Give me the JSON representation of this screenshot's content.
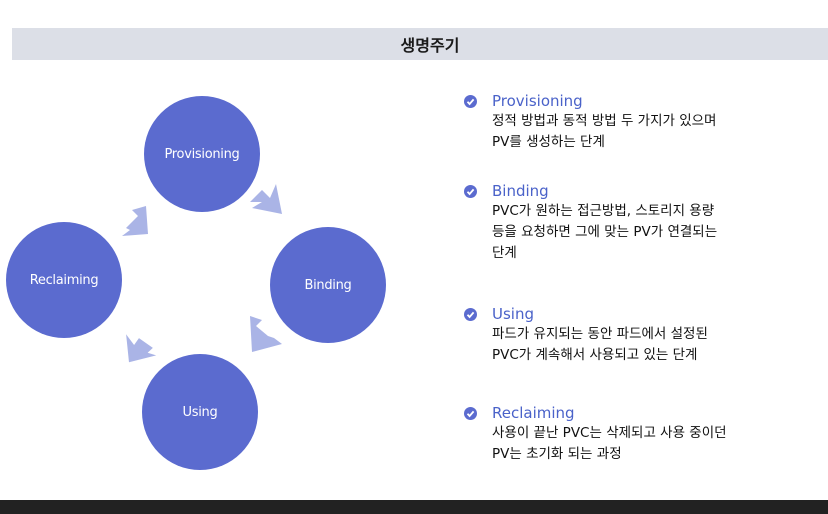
{
  "title": "생명주기",
  "cycle": {
    "provisioning": "Provisioning",
    "binding": "Binding",
    "using": "Using",
    "reclaiming": "Reclaiming"
  },
  "colors": {
    "circle": "#5b6bcf",
    "arrow": "#aab4e6",
    "heading": "#4a62c9",
    "title_bar": "#dcdfe7"
  },
  "steps": [
    {
      "name": "Provisioning",
      "lines": [
        "정적 방법과 동적 방법 두 가지가 있으며",
        "PV를 생성하는 단계"
      ]
    },
    {
      "name": "Binding",
      "lines": [
        "PVC가 원하는 접근방법, 스토리지 용량",
        "등을 요청하면 그에 맞는 PV가 연결되는",
        "단계"
      ]
    },
    {
      "name": "Using",
      "lines": [
        "파드가 유지되는 동안 파드에서 설정된",
        "PVC가 계속해서 사용되고 있는 단계"
      ]
    },
    {
      "name": "Reclaiming",
      "lines": [
        "사용이 끝난 PVC는 삭제되고 사용 중이던",
        "PV는 초기화 되는 과정"
      ]
    }
  ]
}
